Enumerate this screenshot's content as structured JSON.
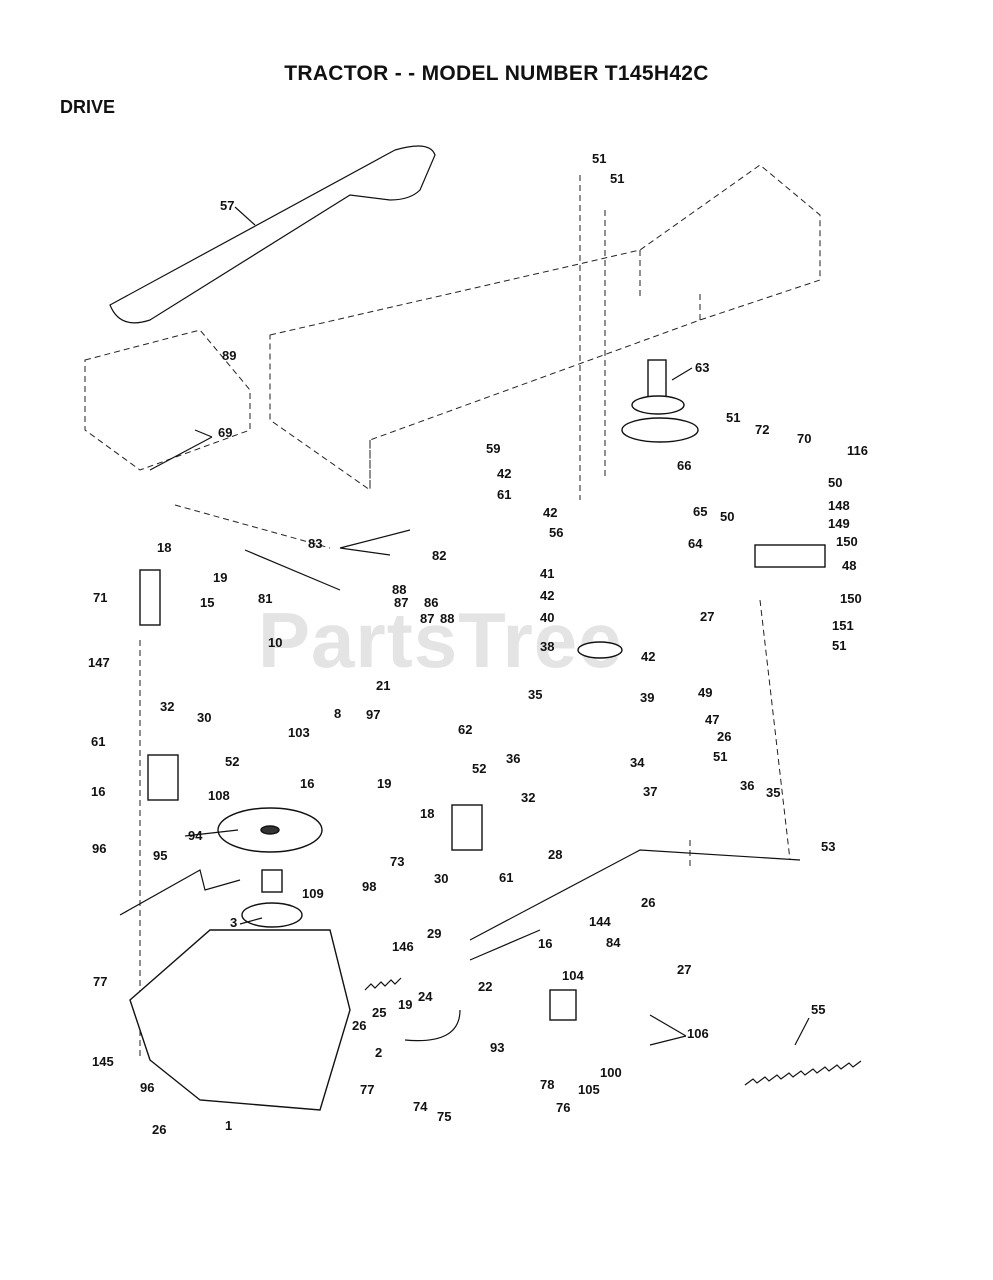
{
  "title": "TRACTOR - - MODEL NUMBER T145H42C",
  "section": "DRIVE",
  "watermark": "PartsTree",
  "callouts": [
    {
      "id": "c51a",
      "text": "51"
    },
    {
      "id": "c51b",
      "text": "51"
    },
    {
      "id": "c57",
      "text": "57"
    },
    {
      "id": "c63",
      "text": "63"
    },
    {
      "id": "c89",
      "text": "89"
    },
    {
      "id": "c51c",
      "text": "51"
    },
    {
      "id": "c72",
      "text": "72"
    },
    {
      "id": "c70",
      "text": "70"
    },
    {
      "id": "c116",
      "text": "116"
    },
    {
      "id": "c69",
      "text": "69"
    },
    {
      "id": "c59",
      "text": "59"
    },
    {
      "id": "c42a",
      "text": "42"
    },
    {
      "id": "c66",
      "text": "66"
    },
    {
      "id": "c61a",
      "text": "61"
    },
    {
      "id": "c50a",
      "text": "50"
    },
    {
      "id": "c148",
      "text": "148"
    },
    {
      "id": "c42b",
      "text": "42"
    },
    {
      "id": "c65",
      "text": "65"
    },
    {
      "id": "c50b",
      "text": "50"
    },
    {
      "id": "c149",
      "text": "149"
    },
    {
      "id": "c56",
      "text": "56"
    },
    {
      "id": "c83",
      "text": "83"
    },
    {
      "id": "c150a",
      "text": "150"
    },
    {
      "id": "c18a",
      "text": "18"
    },
    {
      "id": "c82",
      "text": "82"
    },
    {
      "id": "c64",
      "text": "64"
    },
    {
      "id": "c41",
      "text": "41"
    },
    {
      "id": "c48",
      "text": "48"
    },
    {
      "id": "c19a",
      "text": "19"
    },
    {
      "id": "c71",
      "text": "71"
    },
    {
      "id": "c81",
      "text": "81"
    },
    {
      "id": "c88a",
      "text": "88"
    },
    {
      "id": "c42c",
      "text": "42"
    },
    {
      "id": "c15",
      "text": "15"
    },
    {
      "id": "c87a",
      "text": "87"
    },
    {
      "id": "c86",
      "text": "86"
    },
    {
      "id": "c27a",
      "text": "27"
    },
    {
      "id": "c150b",
      "text": "150"
    },
    {
      "id": "c40",
      "text": "40"
    },
    {
      "id": "c87b",
      "text": "87"
    },
    {
      "id": "c88b",
      "text": "88"
    },
    {
      "id": "c151",
      "text": "151"
    },
    {
      "id": "c10",
      "text": "10"
    },
    {
      "id": "c38",
      "text": "38"
    },
    {
      "id": "c42d",
      "text": "42"
    },
    {
      "id": "c51d",
      "text": "51"
    },
    {
      "id": "c147",
      "text": "147"
    },
    {
      "id": "c21",
      "text": "21"
    },
    {
      "id": "c49",
      "text": "49"
    },
    {
      "id": "c35a",
      "text": "35"
    },
    {
      "id": "c39",
      "text": "39"
    },
    {
      "id": "c32a",
      "text": "32"
    },
    {
      "id": "c30a",
      "text": "30"
    },
    {
      "id": "c8",
      "text": "8"
    },
    {
      "id": "c97",
      "text": "97"
    },
    {
      "id": "c62",
      "text": "62"
    },
    {
      "id": "c47",
      "text": "47"
    },
    {
      "id": "c103",
      "text": "103"
    },
    {
      "id": "c52a",
      "text": "52"
    },
    {
      "id": "c36a",
      "text": "36"
    },
    {
      "id": "c26a",
      "text": "26"
    },
    {
      "id": "c61b",
      "text": "61"
    },
    {
      "id": "c34",
      "text": "34"
    },
    {
      "id": "c51e",
      "text": "51"
    },
    {
      "id": "c16a",
      "text": "16"
    },
    {
      "id": "c108",
      "text": "108"
    },
    {
      "id": "c19b",
      "text": "19"
    },
    {
      "id": "c52b",
      "text": "52"
    },
    {
      "id": "c37",
      "text": "37"
    },
    {
      "id": "c36b",
      "text": "36"
    },
    {
      "id": "c35b",
      "text": "35"
    },
    {
      "id": "c16b",
      "text": "16"
    },
    {
      "id": "c32b",
      "text": "32"
    },
    {
      "id": "c18b",
      "text": "18"
    },
    {
      "id": "c94",
      "text": "94"
    },
    {
      "id": "c73",
      "text": "73"
    },
    {
      "id": "c96a",
      "text": "96"
    },
    {
      "id": "c95",
      "text": "95"
    },
    {
      "id": "c28",
      "text": "28"
    },
    {
      "id": "c53",
      "text": "53"
    },
    {
      "id": "c98",
      "text": "98"
    },
    {
      "id": "c30b",
      "text": "30"
    },
    {
      "id": "c61c",
      "text": "61"
    },
    {
      "id": "c109",
      "text": "109"
    },
    {
      "id": "c3",
      "text": "3"
    },
    {
      "id": "c26b",
      "text": "26"
    },
    {
      "id": "c144",
      "text": "144"
    },
    {
      "id": "c29",
      "text": "29"
    },
    {
      "id": "c84",
      "text": "84"
    },
    {
      "id": "c146",
      "text": "146"
    },
    {
      "id": "c16c",
      "text": "16"
    },
    {
      "id": "c27b",
      "text": "27"
    },
    {
      "id": "c22",
      "text": "22"
    },
    {
      "id": "c104",
      "text": "104"
    },
    {
      "id": "c77a",
      "text": "77"
    },
    {
      "id": "c26c",
      "text": "26"
    },
    {
      "id": "c25",
      "text": "25"
    },
    {
      "id": "c19c",
      "text": "19"
    },
    {
      "id": "c24",
      "text": "24"
    },
    {
      "id": "c55",
      "text": "55"
    },
    {
      "id": "c106",
      "text": "106"
    },
    {
      "id": "c2",
      "text": "2"
    },
    {
      "id": "c93",
      "text": "93"
    },
    {
      "id": "c145",
      "text": "145"
    },
    {
      "id": "c105",
      "text": "105"
    },
    {
      "id": "c100",
      "text": "100"
    },
    {
      "id": "c96b",
      "text": "96"
    },
    {
      "id": "c77b",
      "text": "77"
    },
    {
      "id": "c78",
      "text": "78"
    },
    {
      "id": "c74",
      "text": "74"
    },
    {
      "id": "c76",
      "text": "76"
    },
    {
      "id": "c75",
      "text": "75"
    },
    {
      "id": "c1",
      "text": "1"
    },
    {
      "id": "c26d",
      "text": "26"
    }
  ]
}
